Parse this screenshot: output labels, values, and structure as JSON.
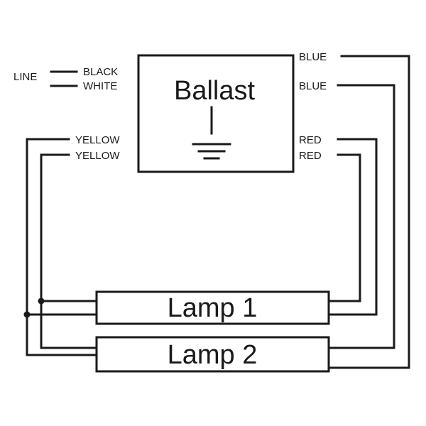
{
  "ballast": {
    "title": "Ballast"
  },
  "line": {
    "label": "LINE",
    "wires": [
      "BLACK",
      "WHITE"
    ]
  },
  "ballast_left_wires": [
    "YELLOW",
    "YELLOW"
  ],
  "ballast_right_wires": [
    "BLUE",
    "BLUE",
    "RED",
    "RED"
  ],
  "lamps": [
    "Lamp 1",
    "Lamp 2"
  ],
  "colors": {
    "ink": "#1a1a1a",
    "background": "#ffffff"
  }
}
